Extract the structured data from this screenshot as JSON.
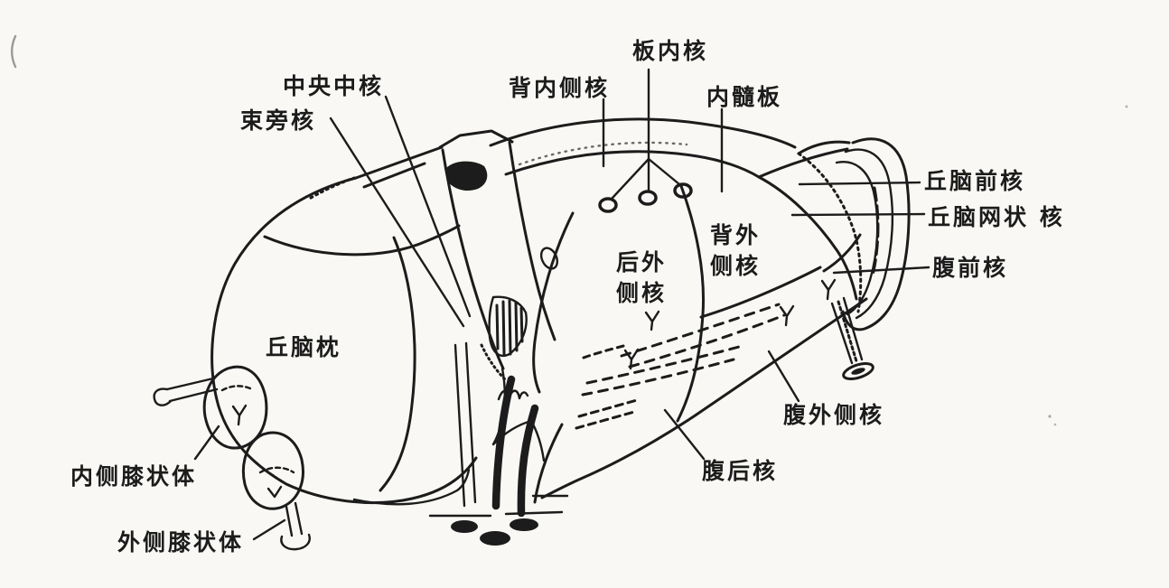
{
  "figure": {
    "paper_color": "#f9f8f4",
    "ink_color": "#1c1c1c",
    "labels": {
      "ban_nei_he": "板内核",
      "bei_nei_ce_he": "背内侧核",
      "nei_sui_ban": "内髓板",
      "zhong_yang_zhong_he": "中央中核",
      "shu_pang_he": "束旁核",
      "qiu_nao_qian_he": "丘脑前核",
      "qiu_nao_wang_zhuang_he": "丘脑网状 核",
      "fu_qian_he": "腹前核",
      "fu_wai_ce_he": "腹外侧核",
      "fu_hou_he": "腹后核",
      "nei_ce_xi_zhuang_ti": "内侧膝状体",
      "wai_ce_xi_zhuang_ti": "外侧膝状体",
      "qiu_nao_zhen": "丘脑枕",
      "hou_wai_ce_he": "后外侧核",
      "bei_wai_ce_he": "背外侧核"
    }
  }
}
